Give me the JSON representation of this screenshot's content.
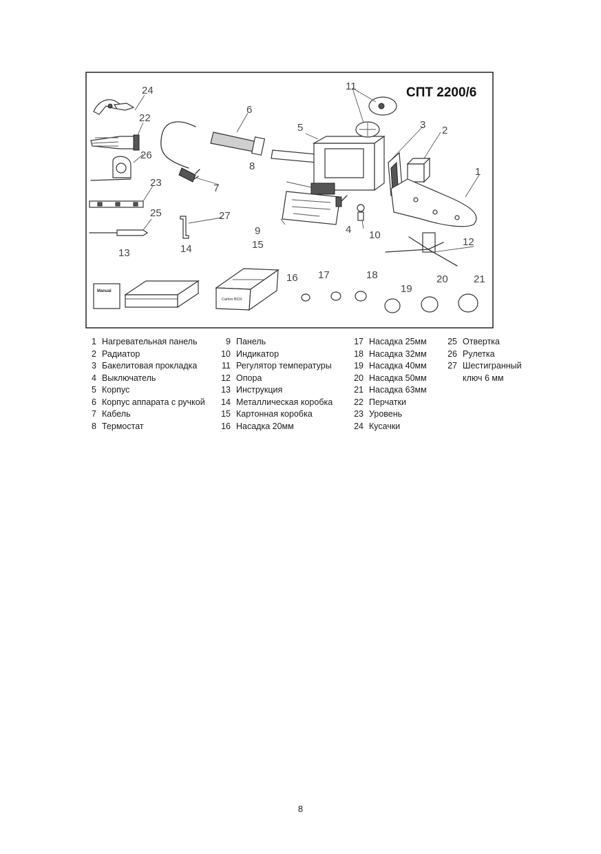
{
  "figure": {
    "title": "СПТ 2200/6",
    "callouts": [
      "1",
      "2",
      "3",
      "4",
      "5",
      "6",
      "7",
      "8",
      "9",
      "10",
      "11",
      "12",
      "13",
      "14",
      "15",
      "16",
      "17",
      "18",
      "19",
      "20",
      "21",
      "22",
      "23",
      "24",
      "25",
      "26",
      "27"
    ],
    "box_labels": {
      "manual": "Manual",
      "carton": "Carton BOX"
    }
  },
  "legend": {
    "columns": [
      [
        {
          "num": "1",
          "text": "Нагревательная панель"
        },
        {
          "num": "2",
          "text": "Радиатор"
        },
        {
          "num": "3",
          "text": "Бакелитовая прокладка"
        },
        {
          "num": "4",
          "text": "Выключатель"
        },
        {
          "num": "5",
          "text": "Корпус"
        },
        {
          "num": "6",
          "text": "Корпус аппарата с ручкой"
        },
        {
          "num": "7",
          "text": "Кабель"
        },
        {
          "num": "8",
          "text": "Термостат"
        }
      ],
      [
        {
          "num": "9",
          "text": "Панель"
        },
        {
          "num": "10",
          "text": "Индикатор"
        },
        {
          "num": "11",
          "text": "Регулятор температуры"
        },
        {
          "num": "12",
          "text": "Опора"
        },
        {
          "num": "13",
          "text": "Инструкция"
        },
        {
          "num": "14",
          "text": "Металлическая коробка"
        },
        {
          "num": "15",
          "text": "Картонная коробка"
        },
        {
          "num": "16",
          "text": "Насадка 20мм"
        }
      ],
      [
        {
          "num": "17",
          "text": "Насадка 25мм"
        },
        {
          "num": "18",
          "text": "Насадка 32мм"
        },
        {
          "num": "19",
          "text": "Насадка 40мм"
        },
        {
          "num": "20",
          "text": "Насадка 50мм"
        },
        {
          "num": "21",
          "text": "Насадка 63мм"
        },
        {
          "num": "22",
          "text": "Перчатки"
        },
        {
          "num": "23",
          "text": "Уровень"
        },
        {
          "num": "24",
          "text": "Кусачки"
        }
      ],
      [
        {
          "num": "25",
          "text": "Отвертка"
        },
        {
          "num": "26",
          "text": "Рулетка"
        },
        {
          "num": "27",
          "text": "Шестигранный ключ 6 мм"
        }
      ]
    ]
  },
  "page": {
    "number": "8"
  }
}
